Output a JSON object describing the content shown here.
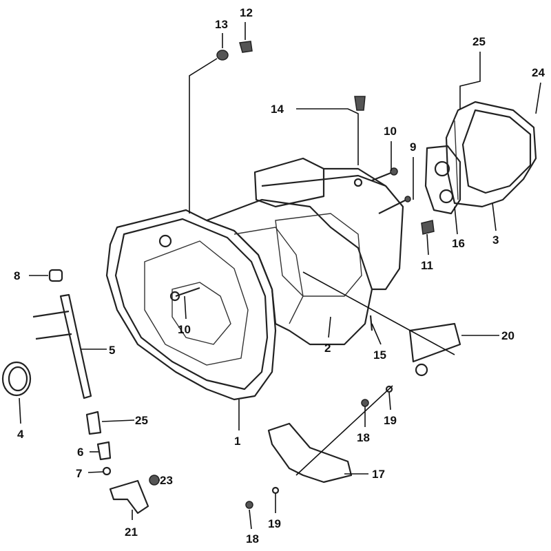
{
  "diagram": {
    "title": "Transmission case exploded view",
    "callouts": [
      "13",
      "12",
      "25",
      "24",
      "14",
      "10",
      "9",
      "16",
      "3",
      "11",
      "8",
      "5",
      "10",
      "2",
      "15",
      "20",
      "4",
      "25",
      "1",
      "19",
      "18",
      "6",
      "7",
      "23",
      "17",
      "21",
      "19",
      "18"
    ]
  }
}
